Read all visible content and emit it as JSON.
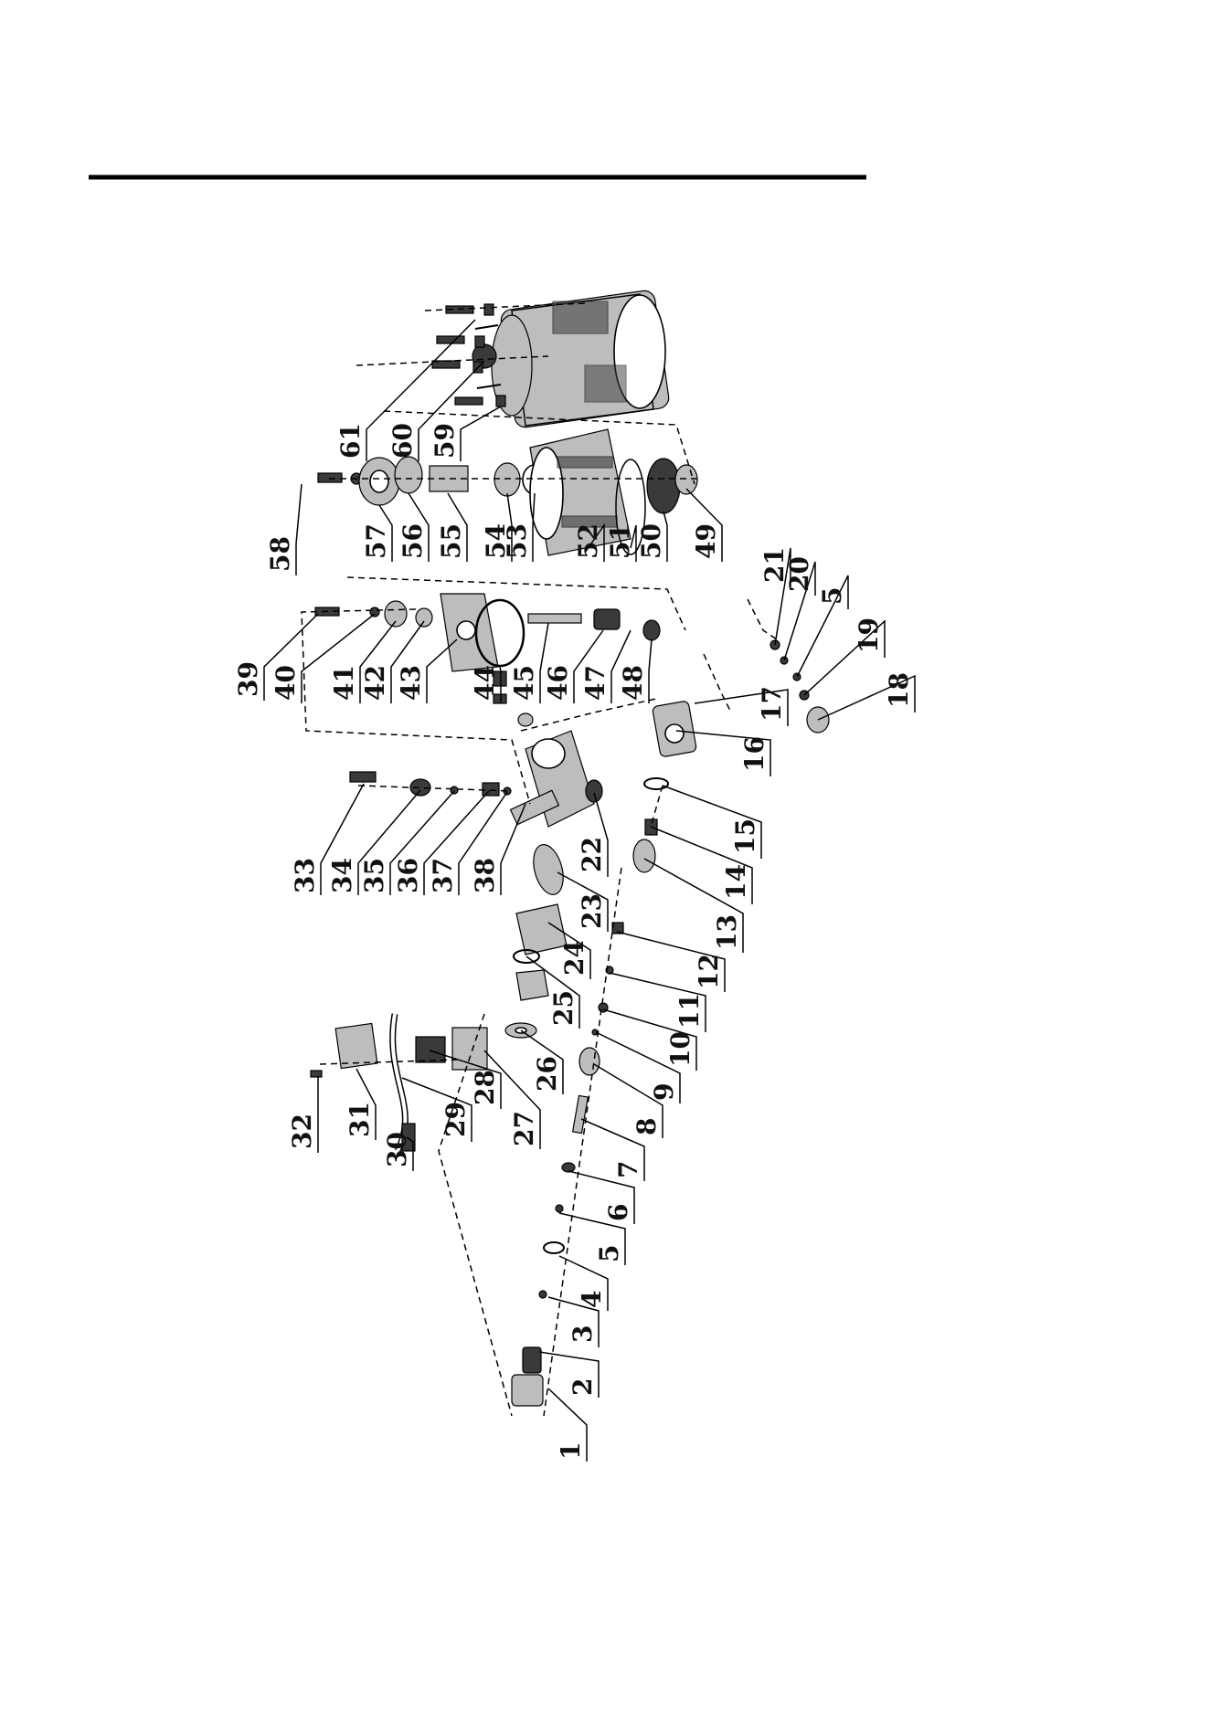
{
  "labels": [
    "1",
    "2",
    "3",
    "4",
    "5",
    "6",
    "7",
    "8",
    "9",
    "10",
    "11",
    "12",
    "13",
    "14",
    "15",
    "16",
    "17",
    "18",
    "19",
    "5",
    "20",
    "21",
    "22",
    "23",
    "24",
    "25",
    "26",
    "27",
    "28",
    "29",
    "30",
    "31",
    "32",
    "33",
    "34",
    "35",
    "36",
    "37",
    "38",
    "39",
    "40",
    "41",
    "42",
    "43",
    "44",
    "45",
    "46",
    "47",
    "48",
    "49",
    "50",
    "51",
    "52",
    "53",
    "54",
    "55",
    "56",
    "57",
    "58",
    "59",
    "60",
    "61"
  ],
  "colors": {
    "ink": "#000000",
    "background": "#ffffff"
  }
}
